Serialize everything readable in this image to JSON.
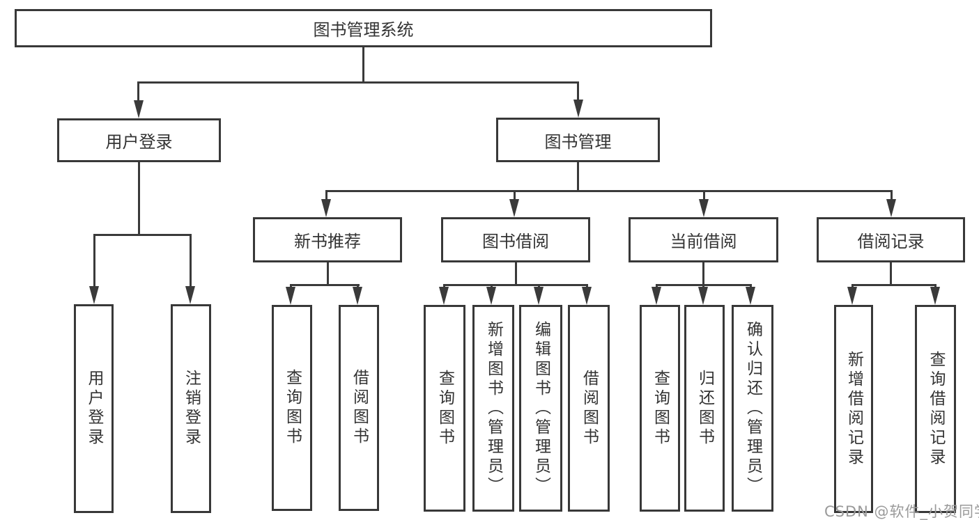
{
  "tree": {
    "root": "图书管理系统",
    "children": [
      {
        "label": "用户登录",
        "children": [
          "用户登录",
          "注销登录"
        ]
      },
      {
        "label": "图书管理",
        "children": [
          {
            "label": "新书推荐",
            "children": [
              "查询图书",
              "借阅图书"
            ]
          },
          {
            "label": "图书借阅",
            "children": [
              "查询图书",
              "新增图书（管理员）",
              "编辑图书（管理员）",
              "借阅图书"
            ]
          },
          {
            "label": "当前借阅",
            "children": [
              "查询图书",
              "归还图书",
              "确认归还（管理员）"
            ]
          },
          {
            "label": "借阅记录",
            "children": [
              "新增借阅记录",
              "查询借阅记录"
            ]
          }
        ]
      }
    ]
  },
  "watermark": {
    "text": "CSDN @软件_小贺同学"
  },
  "colors": {
    "line": "#3a3a3a",
    "box_border": "#383838",
    "text": "#333333",
    "watermark": "#9a9a9a",
    "background": "#ffffff"
  }
}
